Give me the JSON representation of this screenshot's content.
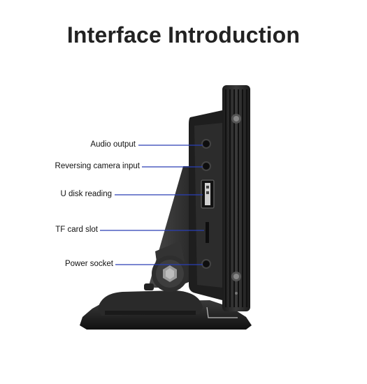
{
  "title": "Interface Introduction",
  "callouts": [
    {
      "id": "audio-output",
      "label": "Audio output"
    },
    {
      "id": "reversing-camera-input",
      "label": "Reversing camera input"
    },
    {
      "id": "u-disk-reading",
      "label": "U disk reading"
    },
    {
      "id": "tf-card-slot",
      "label": "TF card slot"
    },
    {
      "id": "power-socket",
      "label": "Power socket"
    }
  ],
  "colors": {
    "leader_line": "#2a3fb5",
    "device_body": "#2b2b2b",
    "device_dark": "#141414",
    "title_text": "#222222"
  }
}
